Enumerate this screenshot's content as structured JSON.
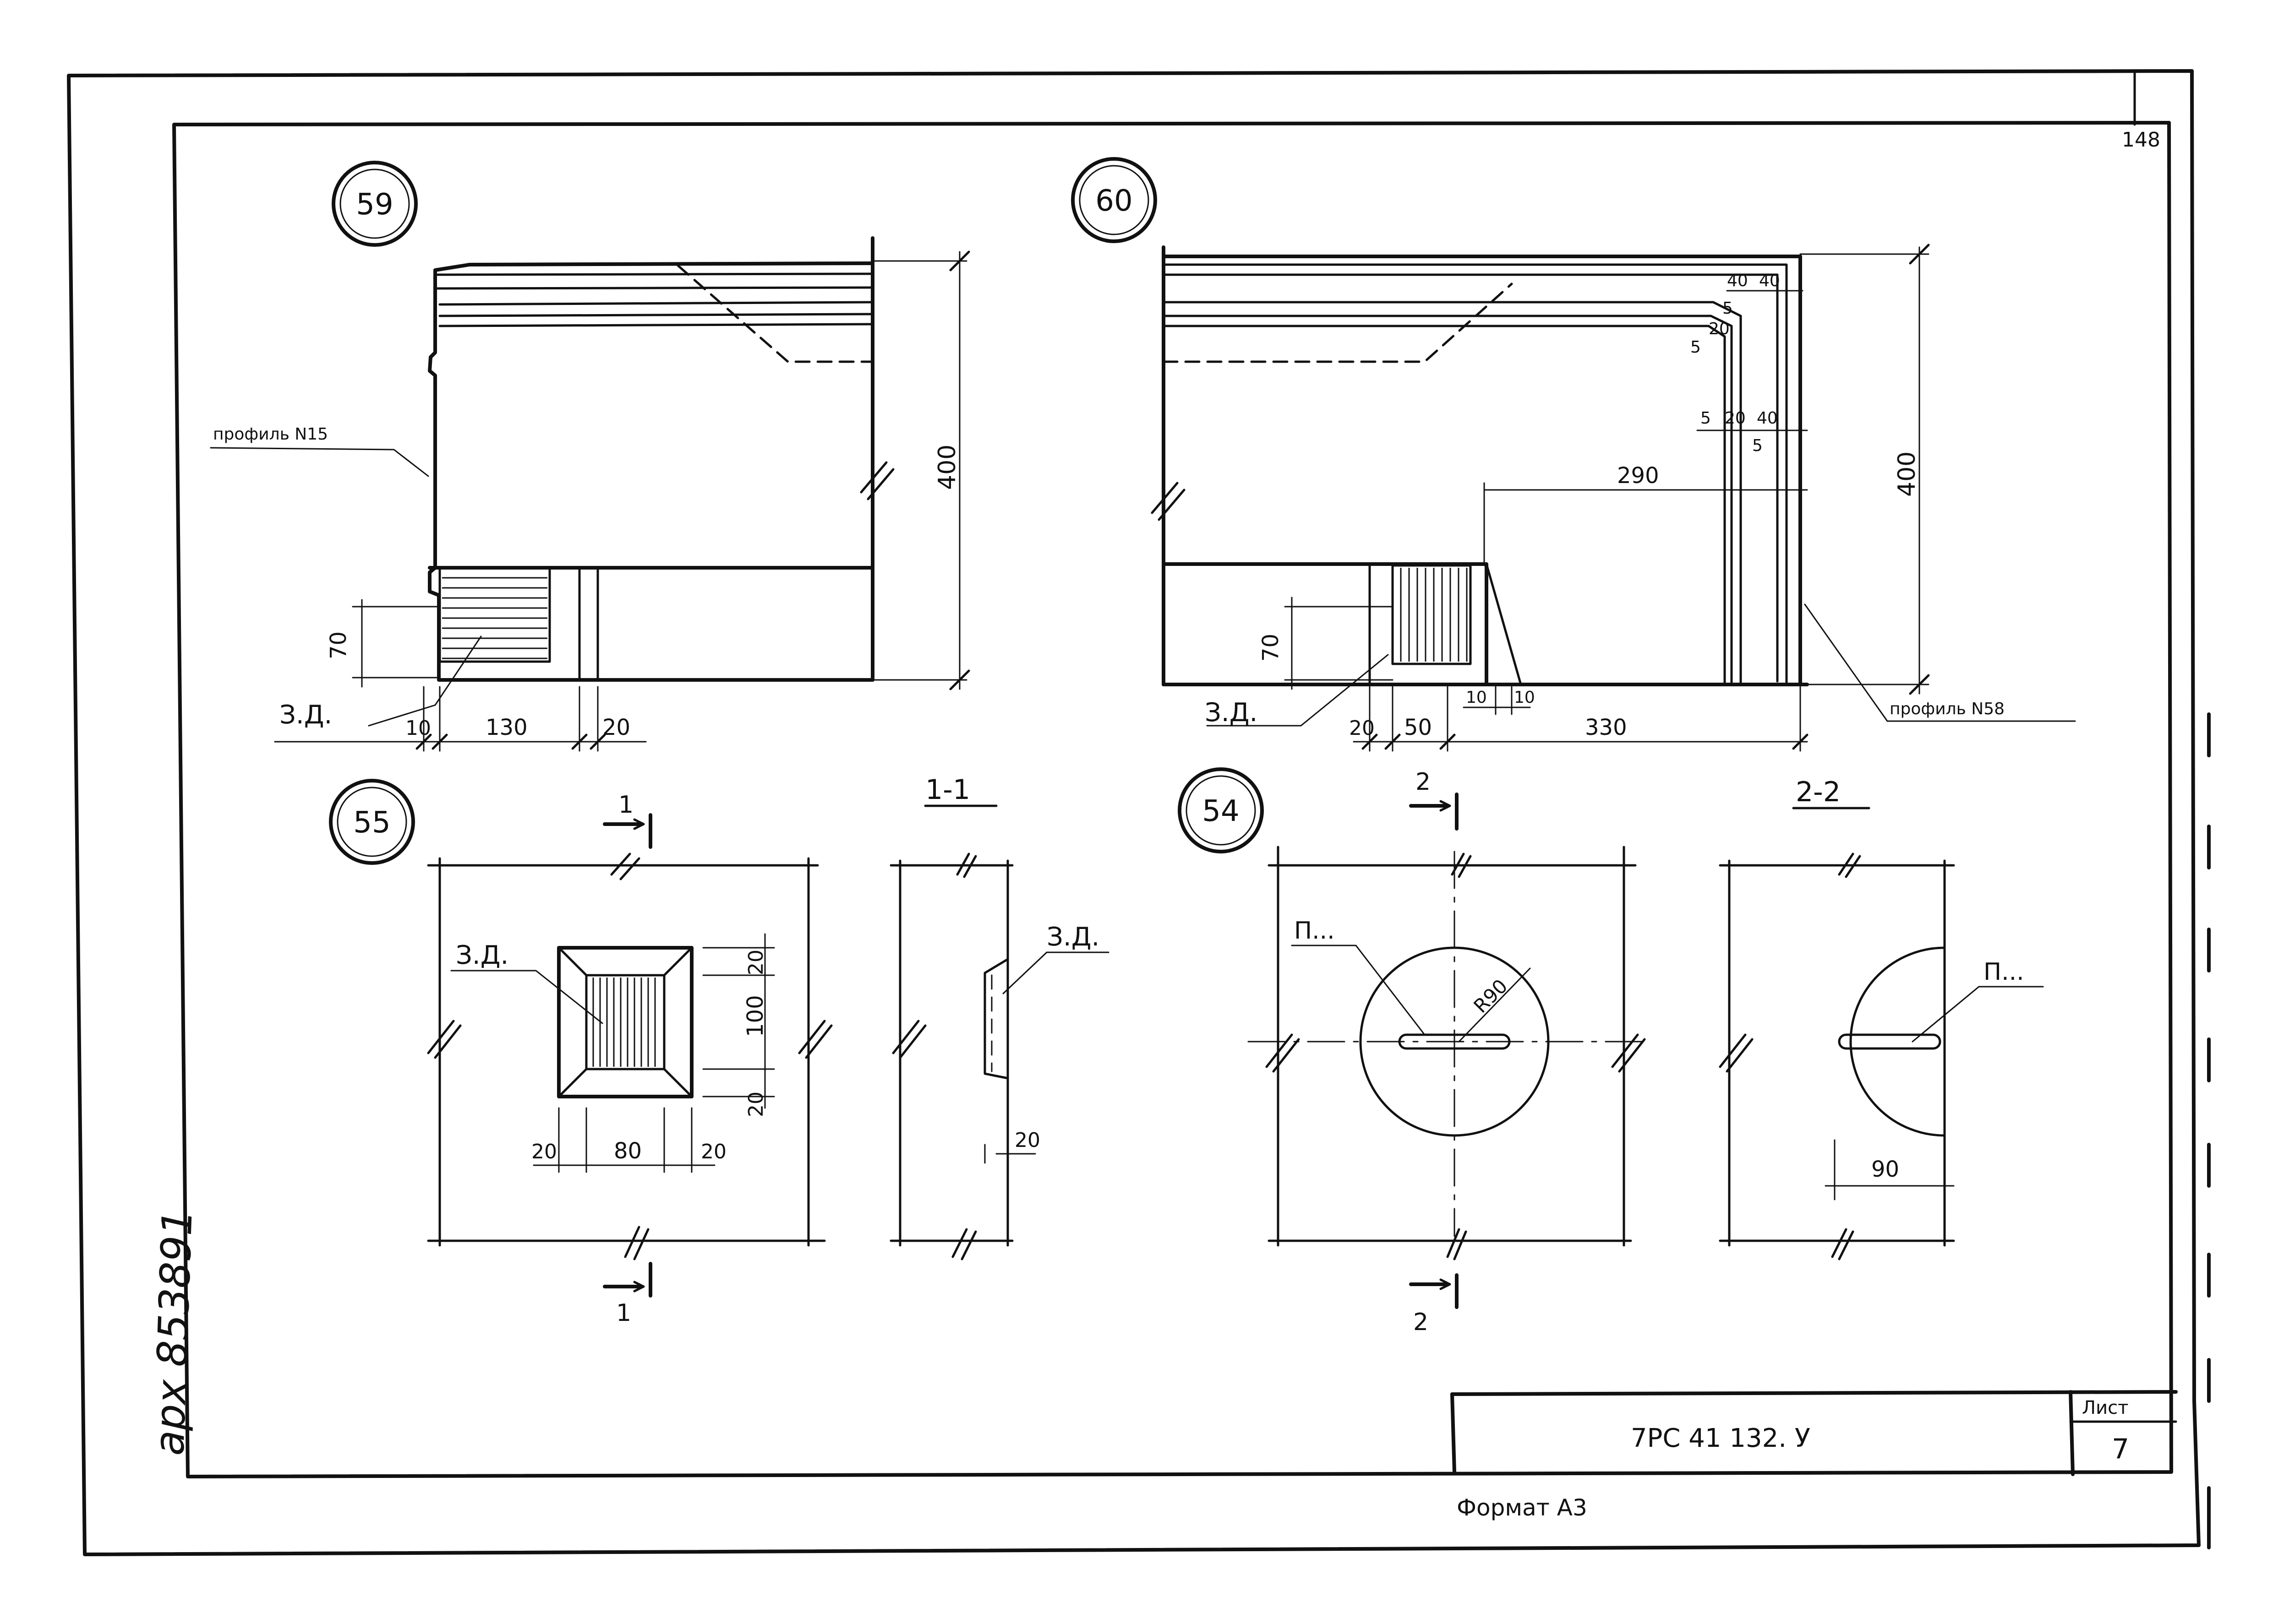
{
  "sheet": {
    "page_number": "148",
    "stamp": "арх 853891",
    "format": "Формат А3",
    "title_block": {
      "code": "7РС 41 132. У",
      "sheet_label": "Лист",
      "sheet_number": "7"
    }
  },
  "details": {
    "d59": {
      "marker": "59",
      "profile": "профиль N15",
      "fill_label": "З.Д.",
      "dims": {
        "height": "400",
        "h70": "70",
        "w10": "10",
        "w130": "130",
        "w20": "20"
      }
    },
    "d60": {
      "marker": "60",
      "profile": "профиль N58",
      "fill_label": "З.Д.",
      "dims": {
        "height": "400",
        "h70": "70",
        "w290": "290",
        "w330": "330",
        "w20": "20",
        "w50": "50",
        "w10a": "10",
        "w10b": "10",
        "p40a": "40",
        "p40b": "40",
        "p5a": "5",
        "p20a": "20",
        "p5b": "5",
        "p5c": "5",
        "p20b": "20",
        "p40c": "40",
        "p5d": "5"
      }
    },
    "d55": {
      "marker": "55",
      "fill_label": "З.Д.",
      "section_mark_top": "1",
      "section_mark_bottom": "1",
      "dims": {
        "t20": "20",
        "m100": "100",
        "b20": "20",
        "l20": "20",
        "c80": "80",
        "r20": "20"
      }
    },
    "s11": {
      "title": "1-1",
      "fill_label": "З.Д.",
      "dims": {
        "d20": "20"
      }
    },
    "d54": {
      "marker": "54",
      "label": "П...",
      "radius": "R90",
      "section_mark_top": "2",
      "section_mark_bottom": "2"
    },
    "s22": {
      "title": "2-2",
      "label": "П...",
      "dims": {
        "d90": "90"
      }
    }
  }
}
